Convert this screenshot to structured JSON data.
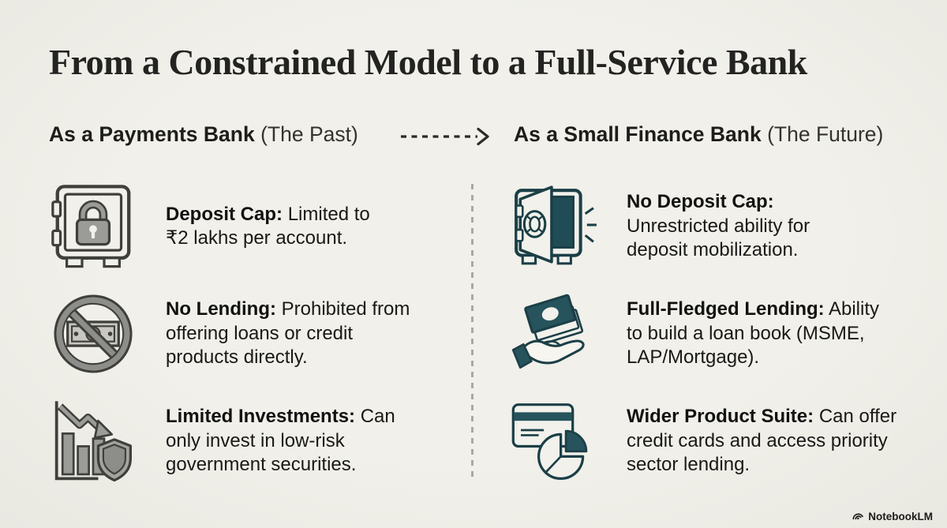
{
  "title": "From a Constrained Model to a Full-Service Bank",
  "header": {
    "left": {
      "bold": "As a Payments Bank",
      "normal": "(The Past)"
    },
    "right": {
      "bold": "As a Small Finance Bank",
      "normal": "(The Future)"
    },
    "arrow_icon": "dashed-arrow-right-icon"
  },
  "left_column": {
    "items": [
      {
        "icon": "locked-safe-icon",
        "label": "Deposit Cap:",
        "text": "Limited to ₹2 lakhs per account."
      },
      {
        "icon": "no-lending-prohibited-icon",
        "label": "No Lending:",
        "text": "Prohibited from offering loans or credit products directly."
      },
      {
        "icon": "declining-chart-shield-icon",
        "label": "Limited Investments:",
        "text": "Can only invest in low-risk government securities."
      }
    ]
  },
  "right_column": {
    "items": [
      {
        "icon": "open-vault-icon",
        "label": "No Deposit Cap:",
        "text": "Unrestricted ability for deposit mobilization."
      },
      {
        "icon": "hand-receiving-money-icon",
        "label": "Full-Fledged Lending:",
        "text": "Ability to build a loan book (MSME, LAP/Mortgage)."
      },
      {
        "icon": "credit-card-pie-chart-icon",
        "label": "Wider Product Suite:",
        "text": "Can offer credit cards and access priority sector lending."
      }
    ]
  },
  "footer": {
    "brand": "NotebookLM",
    "logo_icon": "notebooklm-logo-icon"
  },
  "colors": {
    "background": "#eeede7",
    "ink": "#191916",
    "teal": "#26535c",
    "teal_dark": "#1b3f47",
    "icon_gray": "#8d8d89",
    "divider": "#a9a9a1"
  }
}
